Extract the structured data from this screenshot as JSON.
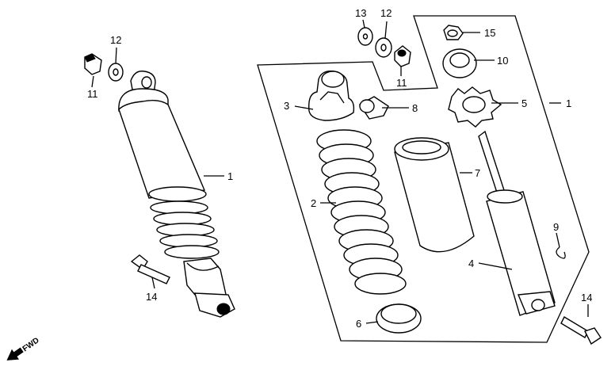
{
  "callouts": {
    "left_11": "11",
    "left_12": "12",
    "left_1": "1",
    "left_14": "14",
    "top_13": "13",
    "top_12": "12",
    "top_11": "11",
    "right_15": "15",
    "right_10": "10",
    "right_5": "5",
    "right_1": "1",
    "center_3": "3",
    "center_8": "8",
    "center_7": "7",
    "center_2": "2",
    "center_9": "9",
    "center_4": "4",
    "center_6": "6",
    "bottom_14": "14"
  },
  "fwd_label": "FWD",
  "icons": {
    "fwd_arrow": "fwd-arrow-icon"
  }
}
